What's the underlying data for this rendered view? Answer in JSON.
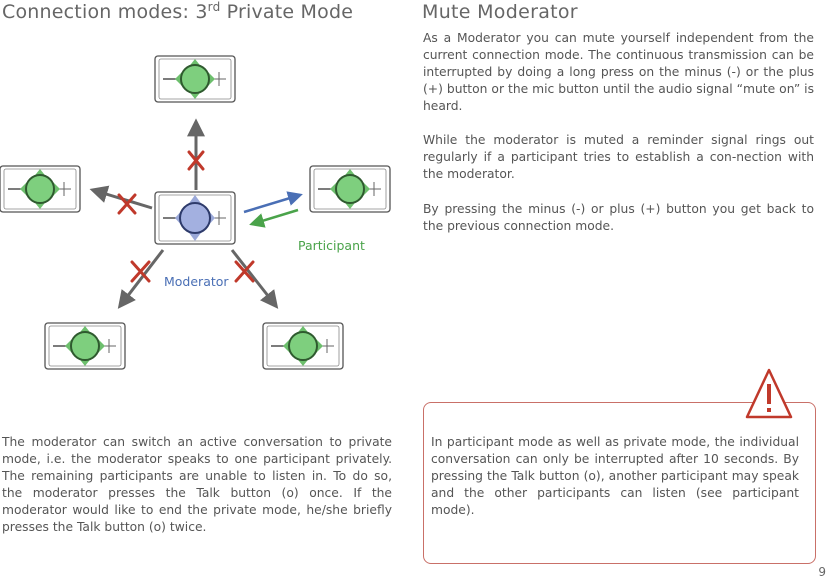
{
  "left_title": {
    "text": "Connection modes: 3",
    "sup": "rd",
    "rest": " Private Mode"
  },
  "right_title": "Mute Moderator",
  "paragraphs": {
    "intro": "As a Moderator you can mute yourself independent from the current connection mode. The continuous transmission can be interrupted by doing a long press on the minus (-) or the plus (+) button or the mic button until the audio signal “mute on” is heard.",
    "reminder": "While the moderator is muted a reminder signal rings out regularly if a participant tries to establish a con-nection with the moderator.",
    "back": "By pressing the minus (-) or plus (+) button you get back to the previous connection mode.",
    "talk": "The moderator can switch an active conversation to private mode, i.e. the moderator speaks to one participant privately. The remaining participants are unable to listen in. To do so, the moderator presses the Talk button (o) once. If the moderator would like to end the private mode, he/she briefly presses the Talk button (o) twice.",
    "warning": "In participant mode as well as private mode, the individual conversation can only be interrupted after 10 seconds. By pressing the Talk button (o), another participant may speak and the other participants can listen (see participant mode)."
  },
  "diagram": {
    "moderator_label": "Moderator",
    "participant_label": "Participant",
    "colors": {
      "moderator": "#4a6fb5",
      "participant": "#4aa34a",
      "blocked": "#c0392b",
      "arrow": "#666666"
    }
  },
  "page_number": "9"
}
